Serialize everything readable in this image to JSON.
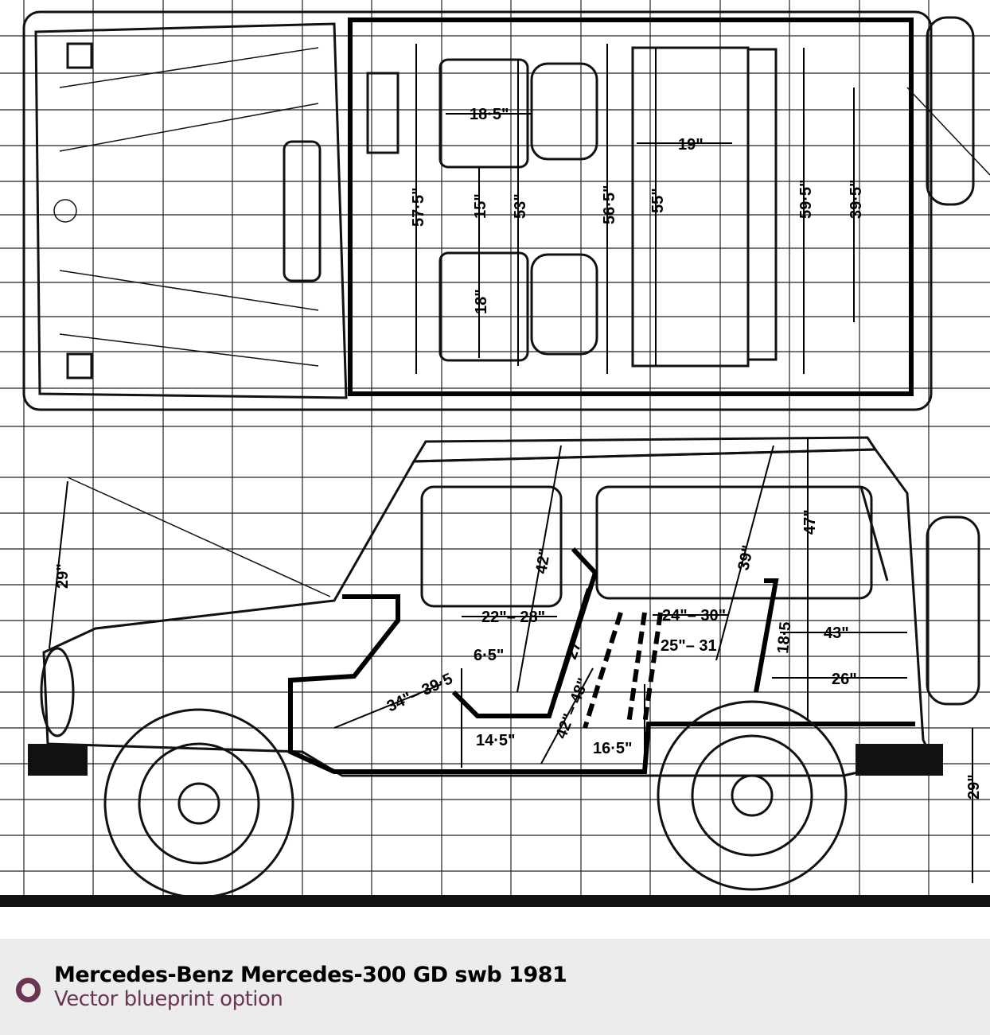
{
  "caption": {
    "title": "Mercedes-Benz Mercedes-300 GD swb 1981",
    "subtitle": "Vector blueprint option",
    "accent_color": "#6b3455"
  },
  "top_view": {
    "labels": [
      "18·5\"",
      "19\"",
      "15\"",
      "53\"",
      "57·5\"",
      "56·5\"",
      "55\"",
      "59·5\"",
      "39·5\"",
      "18\""
    ]
  },
  "side_view": {
    "labels": [
      "29\"",
      "42\"",
      "39\"",
      "47\"",
      "22\"– 28\"",
      "24\"– 30\"",
      "25\"– 31",
      "43\"",
      "6·5\"",
      "18·5",
      "27\"",
      "26\"",
      "34\"– 39·5",
      "42\"– 48\"",
      "14·5\"",
      "16·5\"",
      "29\""
    ]
  }
}
